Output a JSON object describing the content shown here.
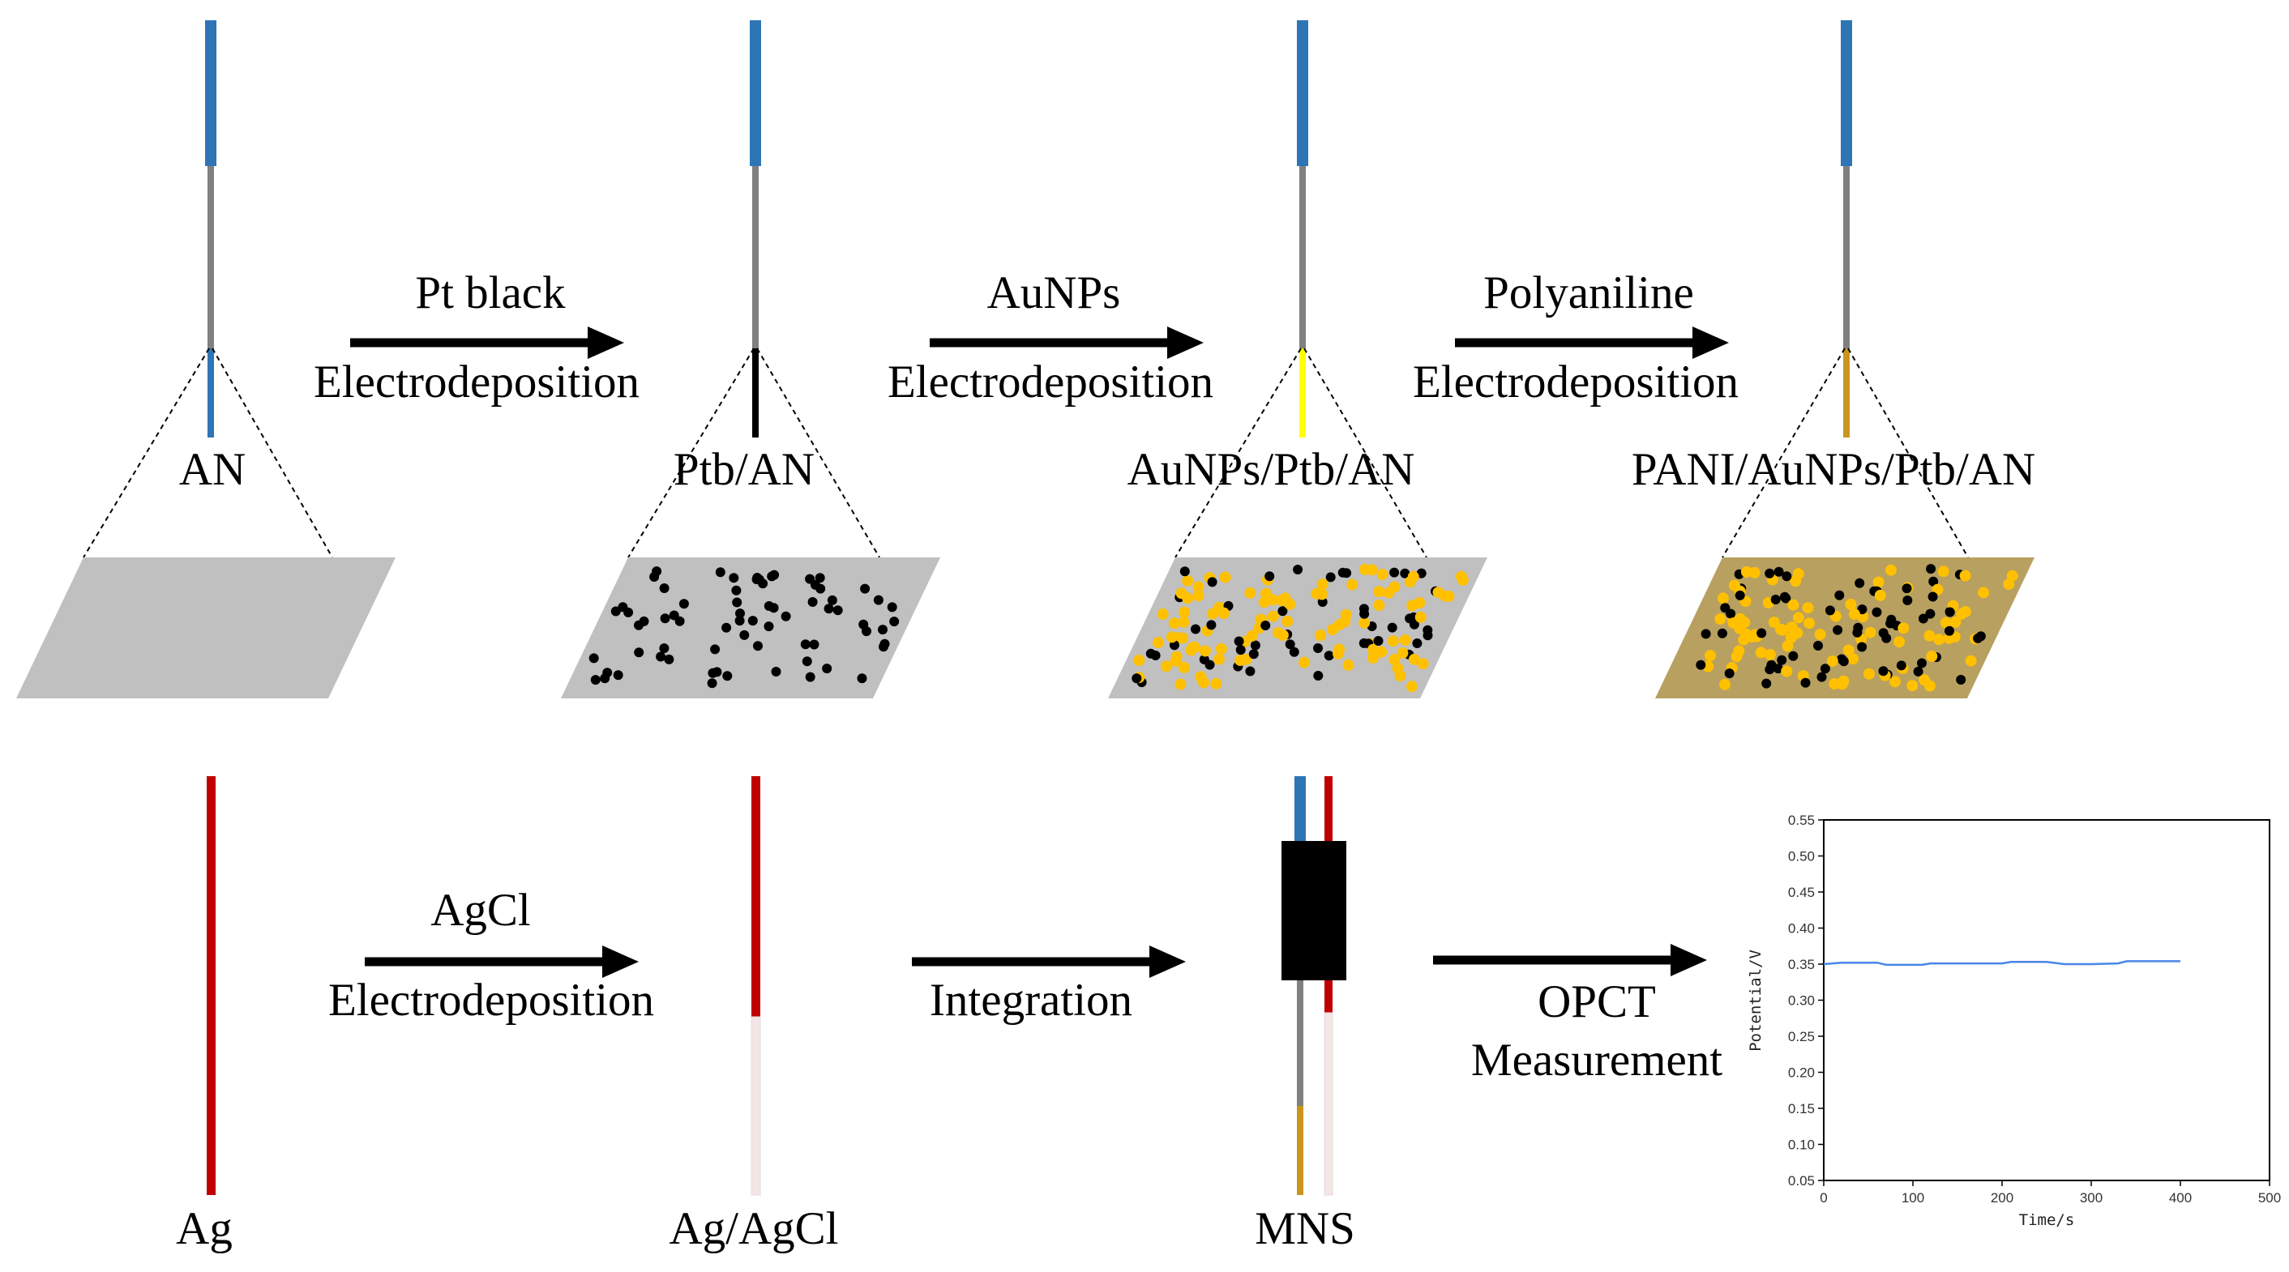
{
  "top_row": {
    "stages": [
      {
        "label": "AN"
      },
      {
        "label": "Ptb/AN"
      },
      {
        "label": "AuNPs/Ptb/AN"
      },
      {
        "label": "PANI/AuNPs/Ptb/AN"
      }
    ],
    "steps": [
      {
        "line1": "Pt black",
        "line2": "Electrodeposition"
      },
      {
        "line1": "AuNPs",
        "line2": "Electrodeposition"
      },
      {
        "line1": "Polyaniline",
        "line2": "Electrodeposition"
      }
    ]
  },
  "bottom_row": {
    "stages": [
      {
        "label": "Ag"
      },
      {
        "label": "Ag/AgCl"
      },
      {
        "label": "MNS"
      }
    ],
    "steps": [
      {
        "line1": "AgCl",
        "line2": "Electrodeposition"
      },
      {
        "line1": "Integration"
      },
      {
        "line1": "OPCT",
        "line2": "Measurement"
      }
    ]
  },
  "colors": {
    "electrode_top": "#2e75b6",
    "electrode_body": "#808080",
    "tip_an": "#2e75b6",
    "tip_ptb": "#000000",
    "tip_aunps": "#ffff00",
    "tip_pani": "#c8961e",
    "silver_wire": "#c00000",
    "agcl_coat": "#f2e6e6",
    "substrate": "#c0c0c0",
    "pani_substrate": "#b8a060",
    "pt_particle": "#000000",
    "au_particle": "#ffc000",
    "curve": "#4a86e8"
  },
  "chart_data": {
    "type": "line",
    "title": "",
    "xlabel": "Time/s",
    "ylabel": "Potential/V",
    "xlim": [
      0,
      500
    ],
    "ylim": [
      0.05,
      0.55
    ],
    "x_ticks": [
      "0",
      "100",
      "200",
      "300",
      "400",
      "500"
    ],
    "y_ticks": [
      "0.05",
      "0.10",
      "0.15",
      "0.20",
      "0.25",
      "0.30",
      "0.35",
      "0.40",
      "0.45",
      "0.50",
      "0.55"
    ],
    "series": [
      {
        "x": [
          0,
          20,
          40,
          60,
          70,
          90,
          110,
          120,
          150,
          180,
          200,
          210,
          230,
          250,
          270,
          300,
          330,
          340,
          360,
          380,
          400
        ],
        "y": [
          0.35,
          0.352,
          0.352,
          0.352,
          0.349,
          0.349,
          0.349,
          0.351,
          0.351,
          0.351,
          0.351,
          0.353,
          0.353,
          0.353,
          0.35,
          0.35,
          0.351,
          0.354,
          0.354,
          0.354,
          0.354
        ]
      }
    ]
  }
}
